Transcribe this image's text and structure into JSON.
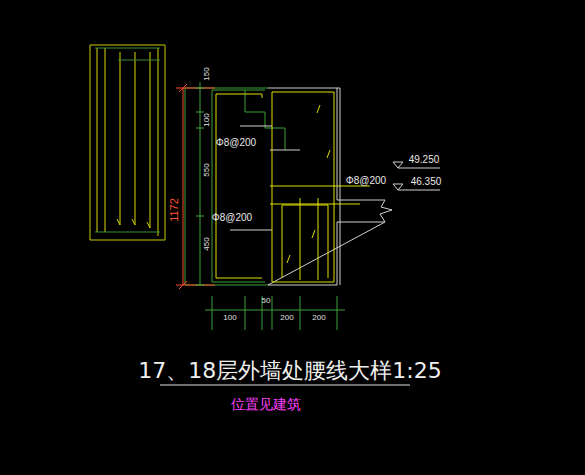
{
  "diagram": {
    "title": "17、18层外墙处腰线大样1:25",
    "caption": "位置见建筑",
    "labels": [
      "150",
      "100",
      "Φ8@200",
      "550",
      "Φ8@200",
      "Φ8@200",
      "450",
      "1172",
      "49.250",
      "46.350",
      "100",
      "50",
      "200",
      "200"
    ]
  }
}
